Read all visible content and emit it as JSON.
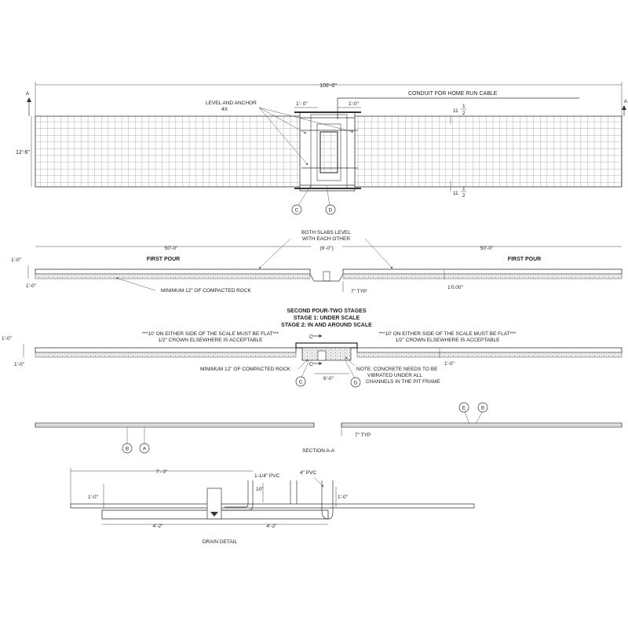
{
  "plan": {
    "overall_length": "106'-0\"",
    "width": "12'-6\"",
    "conduit_label": "CONDUIT FOR HOME RUN CABLE",
    "level_anchor_line1": "LEVEL AND ANCHOR",
    "level_anchor_line2": "4X",
    "dim_left_pit": "1'- 0\"",
    "dim_right_pit": "1'-0\"",
    "dim_eleven": "11",
    "fraction_num": "1",
    "fraction_den": "2",
    "section_mark": "A",
    "callout_c": "C",
    "callout_d": "D"
  },
  "first_pour": {
    "both_slabs_line1": "BOTH SLABS LEVEL",
    "both_slabs_line2": "WITH EACH OTHER",
    "left_length": "50'-0\"",
    "right_length": "50'-0\"",
    "gap": "(6'-0\")",
    "label_left": "FIRST POUR",
    "label_right": "FIRST POUR",
    "thickness_top": "1'-0\"",
    "thickness_bottom": "1'-0\"",
    "rock_note": "MINIMUM 12\" OF COMPACTED ROCK",
    "right_dim": "1'0.00\"",
    "typ": "7\" TYP"
  },
  "second_pour": {
    "title_line1": "SECOND POUR-TWO STAGES",
    "title_line2": "STAGE 1: UNDER SCALE",
    "title_line3": "STAGE 2: IN AND AROUND SCALE",
    "flat_note": "***10' ON EITHER SIDE OF THE SCALE MUST BE FLAT***",
    "crown_note": "1/2\" CROWN ELSEWHERE IS ACCEPTABLE",
    "thickness_top": "1'-0\"",
    "thickness_bottom": "1'-0\"",
    "right_dim": "1'-0\"",
    "rock_note": "MINIMUM 12\" OF COMPACTED ROCK",
    "gap": "6'-0\"",
    "vibrate_line1": "NOTE: CONCRETE NEEDS TO BE",
    "vibrate_line2": "VIBRATED UNDER ALL",
    "vibrate_line3": "CHANNELS IN THE PIT FRAME",
    "callout_c": "C",
    "callout_d": "D"
  },
  "section_aa": {
    "title": "SECTION A-A",
    "typ": "7\" TYP",
    "callout_b": "B",
    "callout_a": "A",
    "callout_e": "E"
  },
  "drain": {
    "title": "DRAIN DETAIL",
    "length": "7'- 0\"",
    "pvc_small": "1-1/4\" PVC",
    "pvc_large": "4\" PVC",
    "height_left": "1'-0\"",
    "height_mid": "10\"",
    "height_right": "1'-0\"",
    "bottom_left": "4'-2\"",
    "bottom_right": "4'-2\""
  }
}
